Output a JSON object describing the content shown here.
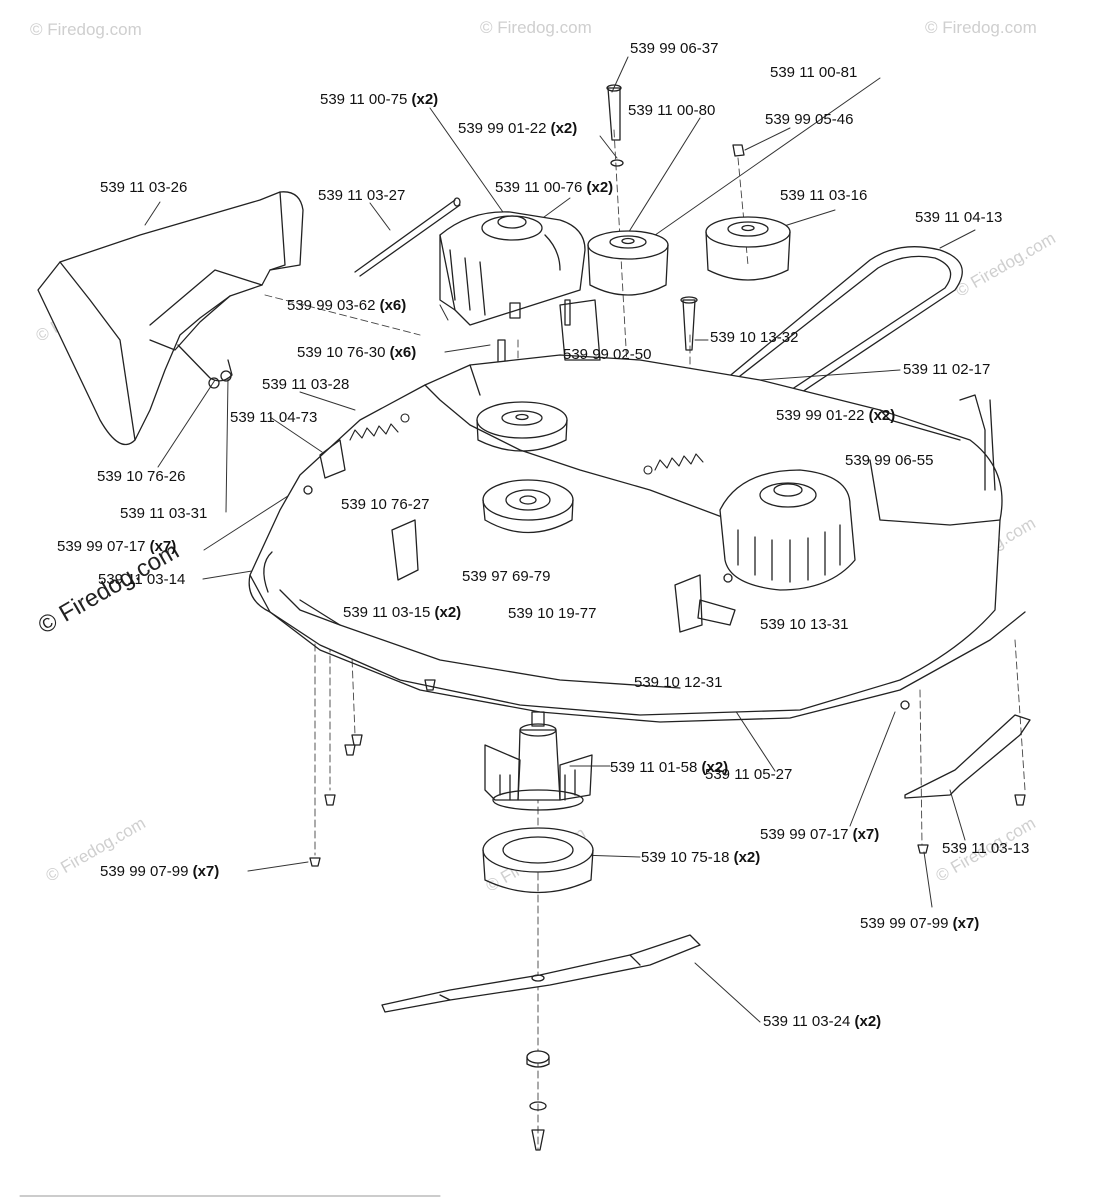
{
  "watermark": {
    "text": "© Firedog.com",
    "main_text": "© Firedog.com"
  },
  "labels": [
    {
      "id": "p1",
      "number": "539 99 06-37",
      "qty": ""
    },
    {
      "id": "p2",
      "number": "539 11 00-81",
      "qty": ""
    },
    {
      "id": "p3",
      "number": "539 11 00-75",
      "qty": "(x2)"
    },
    {
      "id": "p4",
      "number": "539 11 00-80",
      "qty": ""
    },
    {
      "id": "p5",
      "number": "539 99 01-22",
      "qty": "(x2)"
    },
    {
      "id": "p6",
      "number": "539 99 05-46",
      "qty": ""
    },
    {
      "id": "p7",
      "number": "539 11 03-26",
      "qty": ""
    },
    {
      "id": "p8",
      "number": "539 11 00-76",
      "qty": "(x2)"
    },
    {
      "id": "p9",
      "number": "539 11 03-16",
      "qty": ""
    },
    {
      "id": "p10",
      "number": "539 11 03-27",
      "qty": ""
    },
    {
      "id": "p11",
      "number": "539 11 04-13",
      "qty": ""
    },
    {
      "id": "p12",
      "number": "539 99 03-62",
      "qty": "(x6)"
    },
    {
      "id": "p13",
      "number": "539 10 13-32",
      "qty": ""
    },
    {
      "id": "p14",
      "number": "539 10 76-30",
      "qty": "(x6)"
    },
    {
      "id": "p15",
      "number": "539 99 02-50",
      "qty": ""
    },
    {
      "id": "p16",
      "number": "539 11 02-17",
      "qty": ""
    },
    {
      "id": "p17",
      "number": "539 11 03-28",
      "qty": ""
    },
    {
      "id": "p18",
      "number": "539 99 01-22",
      "qty": "(x2)"
    },
    {
      "id": "p19",
      "number": "539 11 04-73",
      "qty": ""
    },
    {
      "id": "p20",
      "number": "539 99 06-55",
      "qty": ""
    },
    {
      "id": "p21",
      "number": "539 10 76-26",
      "qty": ""
    },
    {
      "id": "p22",
      "number": "539 10 76-27",
      "qty": ""
    },
    {
      "id": "p23",
      "number": "539 11 03-31",
      "qty": ""
    },
    {
      "id": "p24",
      "number": "539 99 07-17",
      "qty": "(x7)"
    },
    {
      "id": "p25",
      "number": "539 11 03-14",
      "qty": ""
    },
    {
      "id": "p26",
      "number": "539 97 69-79",
      "qty": ""
    },
    {
      "id": "p27",
      "number": "539 11 03-15",
      "qty": "(x2)"
    },
    {
      "id": "p28",
      "number": "539 10 19-77",
      "qty": ""
    },
    {
      "id": "p29",
      "number": "539 10 13-31",
      "qty": ""
    },
    {
      "id": "p30",
      "number": "539 10 12-31",
      "qty": ""
    },
    {
      "id": "p31",
      "number": "539 11 01-58",
      "qty": "(x2)"
    },
    {
      "id": "p32",
      "number": "539 11 05-27",
      "qty": ""
    },
    {
      "id": "p33",
      "number": "539 99 07-17",
      "qty": "(x7)"
    },
    {
      "id": "p34",
      "number": "539 11 03-13",
      "qty": ""
    },
    {
      "id": "p35",
      "number": "539 10 75-18",
      "qty": "(x2)"
    },
    {
      "id": "p36",
      "number": "539 99 07-99",
      "qty": "(x7)"
    },
    {
      "id": "p37",
      "number": "539 99 07-99",
      "qty": "(x7)"
    },
    {
      "id": "p38",
      "number": "539 11 03-24",
      "qty": "(x2)"
    }
  ]
}
